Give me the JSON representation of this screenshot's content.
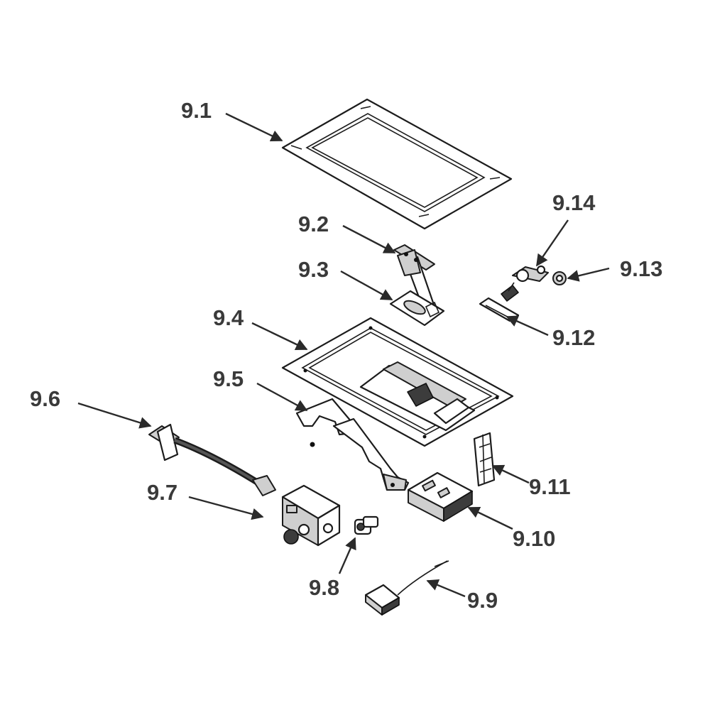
{
  "diagram": {
    "labels": {
      "p91": "9.1",
      "p92": "9.2",
      "p93": "9.3",
      "p94": "9.4",
      "p95": "9.5",
      "p96": "9.6",
      "p97": "9.7",
      "p98": "9.8",
      "p99": "9.9",
      "p910": "9.10",
      "p911": "9.11",
      "p912": "9.12",
      "p913": "9.13",
      "p914": "9.14"
    },
    "colors": {
      "line": "#1c1c1c",
      "label": "#3a3a3a",
      "background": "#ffffff"
    }
  }
}
